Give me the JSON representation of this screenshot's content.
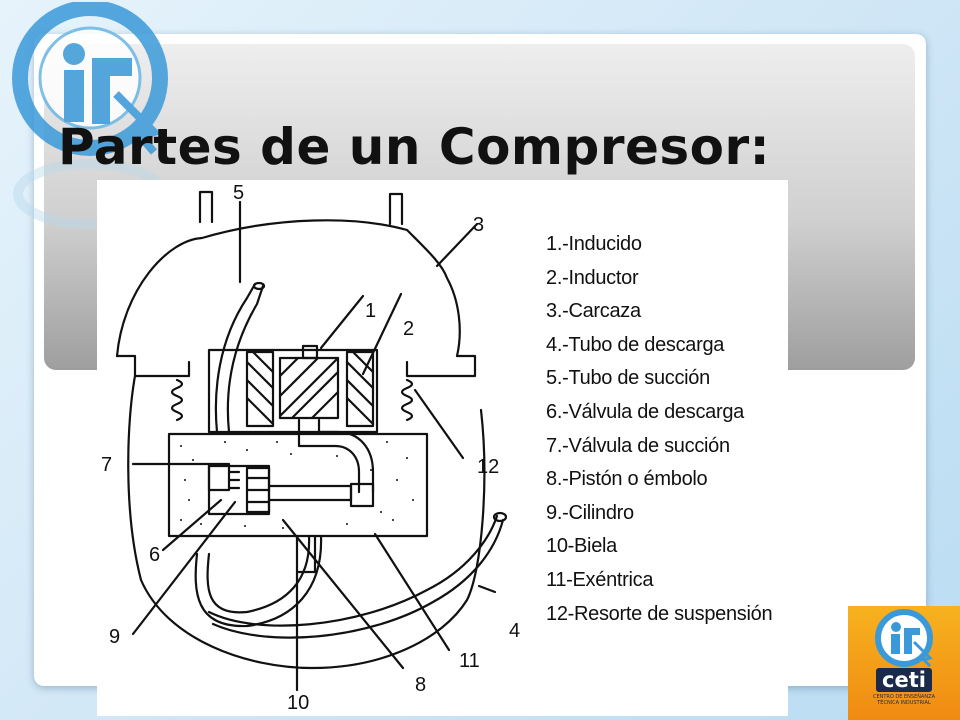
{
  "slide": {
    "title": "Partes de un Compresor:"
  },
  "diagram": {
    "callouts": [
      "1",
      "2",
      "3",
      "4",
      "5",
      "6",
      "7",
      "8",
      "9",
      "10",
      "11",
      "12"
    ],
    "legend": [
      "1.-Inducido",
      "2.-Inductor",
      "3.-Carcaza",
      "4.-Tubo de descarga",
      "5.-Tubo de succión",
      "6.-Válvula de descarga",
      "7.-Válvula de succión",
      "8.-Pistón o émbolo",
      "9.-Cilindro",
      "10-Biela",
      "11-Exéntrica",
      "12-Resorte de suspensión"
    ]
  },
  "logo": {
    "word": "ceti",
    "subtitle": "CENTRO DE ENSEÑANZA TÉCNICA INDUSTRIAL"
  },
  "colors": {
    "background": "#d3e8f6",
    "logo_blue": "#3a9ad9",
    "logo_orange": "#f29a17",
    "logo_navy": "#1b2a4a"
  },
  "icons": [
    "ceti-watermark-logo-icon",
    "ceti-logo-icon"
  ]
}
